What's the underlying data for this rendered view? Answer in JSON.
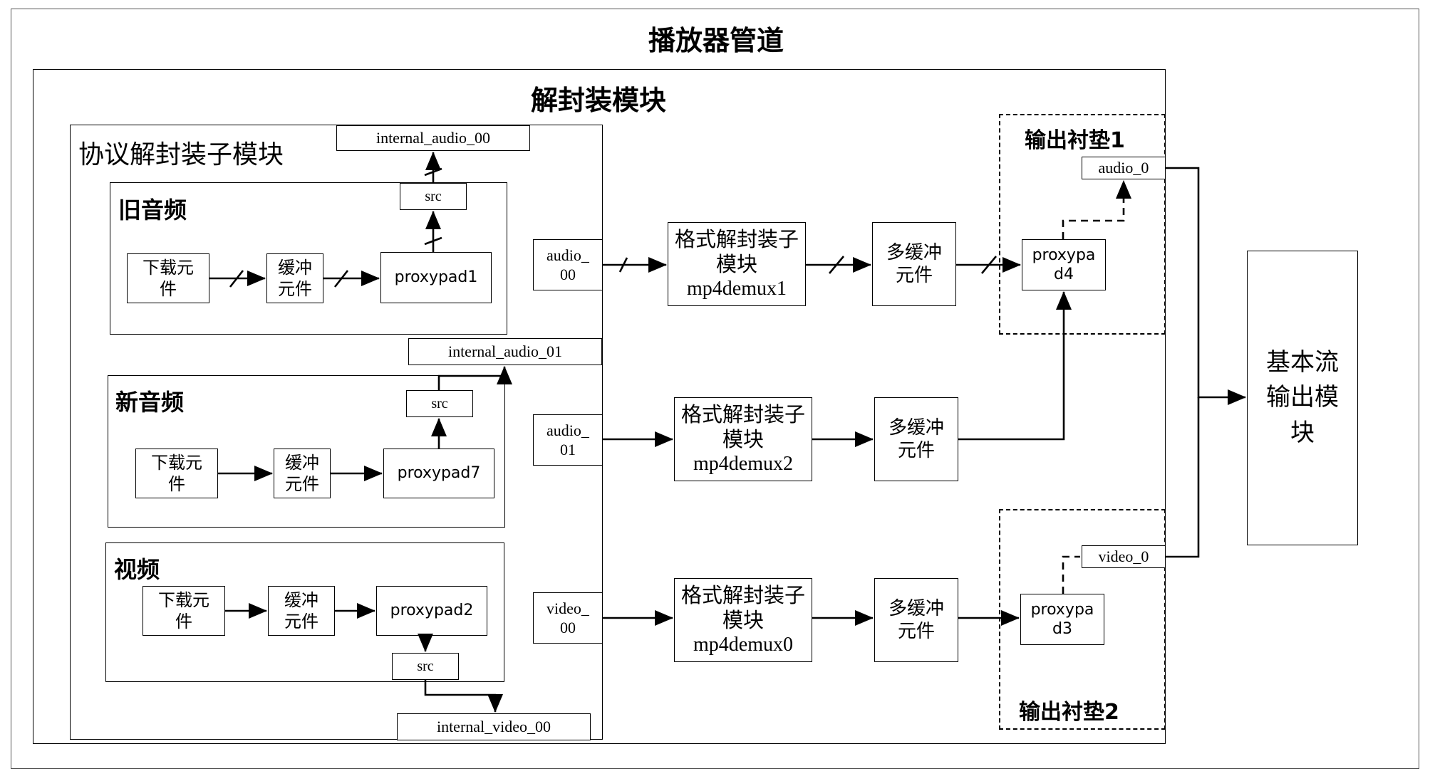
{
  "title": "播放器管道",
  "demux_module": {
    "title": "解封装模块",
    "protocol_submodule": {
      "title": "协议解封装子模块",
      "old_audio": {
        "title": "旧音频",
        "download": "下载元件",
        "buffer": "缓冲元件",
        "proxypad": "proxypad1",
        "src": "src",
        "internal": "internal_audio_00"
      },
      "new_audio": {
        "title": "新音频",
        "download": "下载元件",
        "buffer": "缓冲元件",
        "proxypad": "proxypad7",
        "src": "src",
        "internal": "internal_audio_01"
      },
      "video": {
        "title": "视频",
        "download": "下载元件",
        "buffer": "缓冲元件",
        "proxypad": "proxypad2",
        "src": "src",
        "internal": "internal_video_00"
      }
    },
    "pads": {
      "audio_00": "audio_00",
      "audio_01": "audio_01",
      "video_00": "video_00"
    },
    "format_demux": [
      {
        "label": "格式解封装子模块",
        "name": "mp4demux1"
      },
      {
        "label": "格式解封装子模块",
        "name": "mp4demux2"
      },
      {
        "label": "格式解封装子模块",
        "name": "mp4demux0"
      }
    ],
    "multiqueue": [
      "多缓冲元件",
      "多缓冲元件",
      "多缓冲元件"
    ],
    "output_pad_1": {
      "title": "输出衬垫1",
      "proxypad": "proxypad4",
      "pad": "audio_0"
    },
    "output_pad_2": {
      "title": "输出衬垫2",
      "proxypad": "proxypad3",
      "pad": "video_0"
    }
  },
  "es_output": "基本流输出模块"
}
